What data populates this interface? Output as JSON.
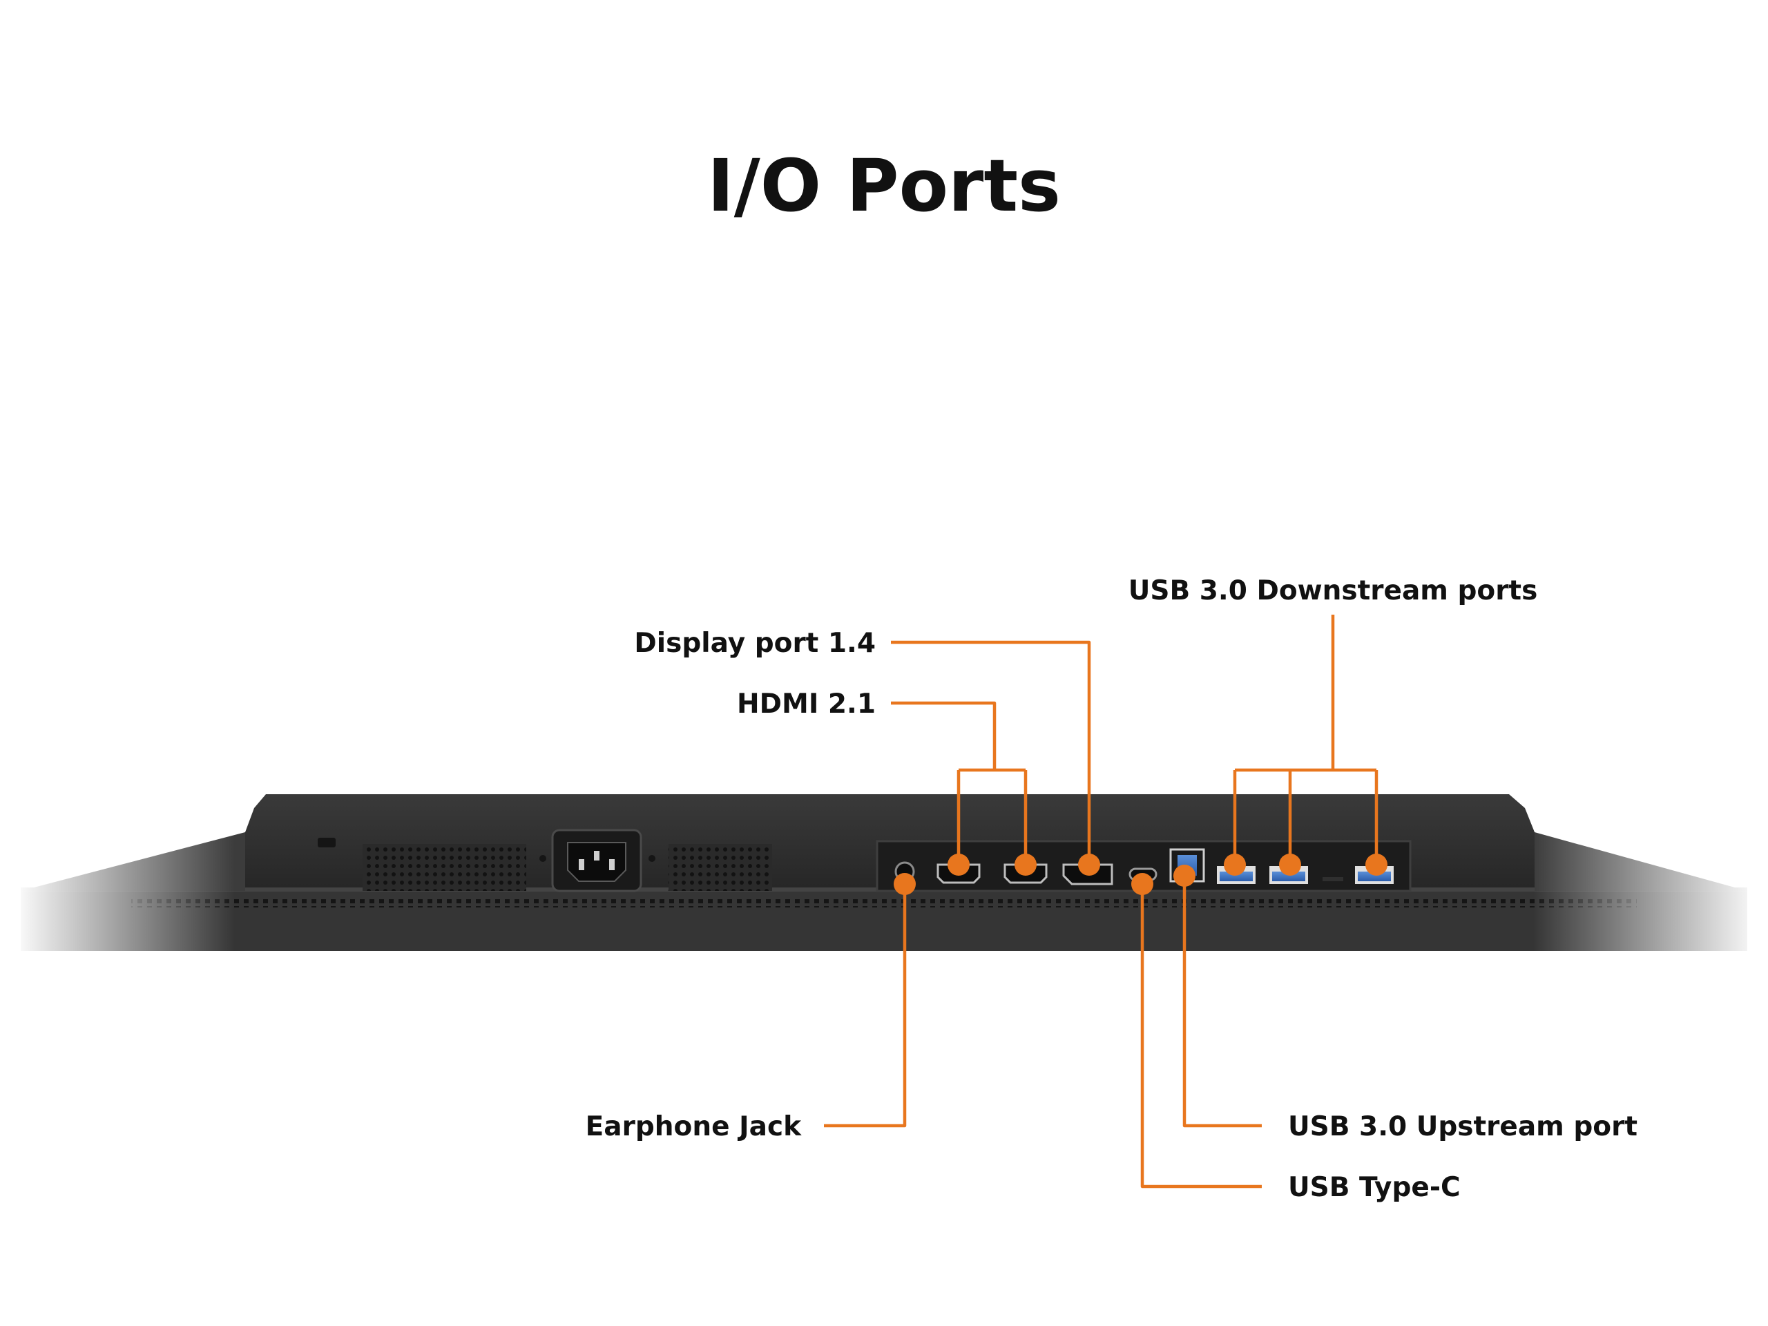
{
  "title": "I/O Ports",
  "accent_color": "#E8761E",
  "labels": {
    "usb_downstream": "USB 3.0 Downstream ports",
    "displayport": "Display port 1.4",
    "hdmi": "HDMI 2.1",
    "earphone": "Earphone Jack",
    "usb_upstream": "USB 3.0 Upstream port",
    "usb_type_c": "USB Type-C"
  }
}
